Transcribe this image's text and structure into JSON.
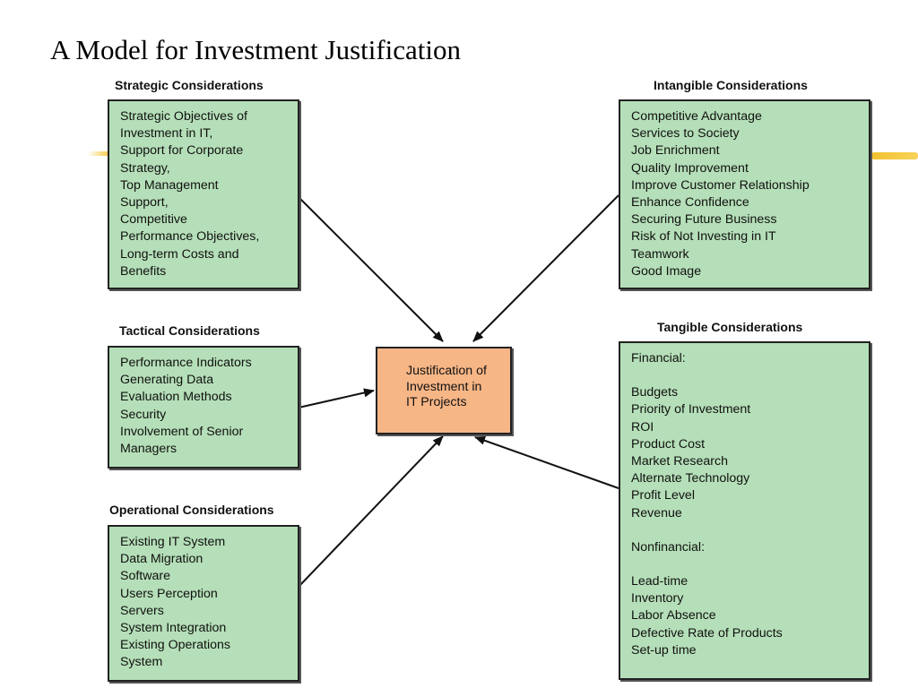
{
  "title": "A Model for Investment Justification",
  "center": {
    "lines": [
      "Justification of",
      "Investment in",
      "IT Projects"
    ]
  },
  "strategic": {
    "heading": "Strategic Considerations",
    "items": [
      "Strategic Objectives of",
      "Investment in IT,",
      "Support for Corporate",
      "Strategy,",
      "Top Management",
      "Support,",
      "Competitive",
      "Performance Objectives,",
      "Long-term Costs and",
      "Benefits"
    ]
  },
  "tactical": {
    "heading": "Tactical Considerations",
    "items": [
      "Performance Indicators",
      "Generating Data",
      "Evaluation Methods",
      "Security",
      "Involvement of Senior",
      "Managers"
    ]
  },
  "operational": {
    "heading": "Operational Considerations",
    "items": [
      "Existing IT System",
      "Data Migration",
      "Software",
      "Users Perception",
      "Servers",
      "System Integration",
      "Existing Operations",
      "System"
    ]
  },
  "intangible": {
    "heading": "Intangible Considerations",
    "items": [
      "Competitive Advantage",
      "Services to Society",
      "Job Enrichment",
      "Quality Improvement",
      "Improve Customer Relationship",
      "Enhance Confidence",
      "Securing Future Business",
      "Risk of Not Investing in IT",
      "Teamwork",
      "Good Image"
    ]
  },
  "tangible": {
    "heading": "Tangible Considerations",
    "financial_heading": "Financial:",
    "financial_items": [
      "Budgets",
      "Priority of Investment",
      "ROI",
      "Product Cost",
      "Market Research",
      "Alternate Technology",
      "Profit Level",
      "Revenue"
    ],
    "nonfinancial_heading": "Nonfinancial:",
    "nonfinancial_items": [
      "Lead-time",
      "Inventory",
      "Labor Absence",
      "Defective Rate of Products",
      "Set-up time"
    ]
  },
  "colors": {
    "consideration_box": "#b5dfb8",
    "center_box": "#f7b686",
    "accent": "#f5c842"
  }
}
